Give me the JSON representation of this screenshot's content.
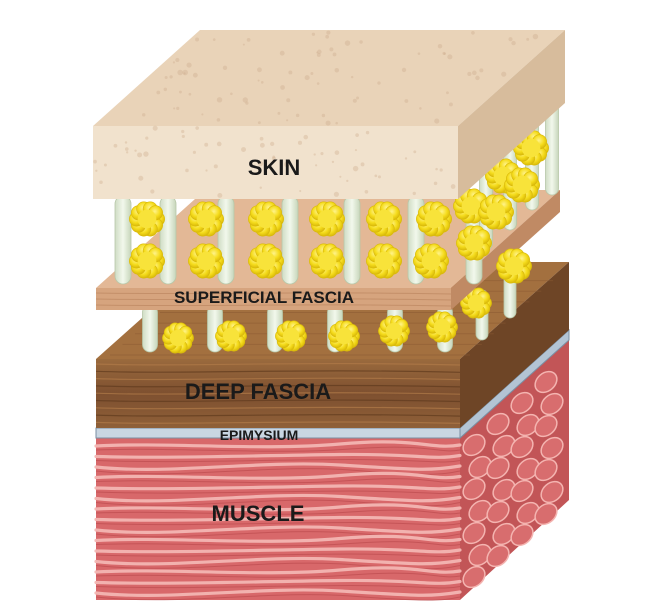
{
  "diagram": {
    "layers": [
      {
        "id": "skin",
        "label": "SKIN"
      },
      {
        "id": "superficial-fascia",
        "label": "SUPERFICIAL FASCIA"
      },
      {
        "id": "deep-fascia",
        "label": "DEEP FASCIA"
      },
      {
        "id": "epimysium",
        "label": "EPIMYSIUM"
      },
      {
        "id": "muscle",
        "label": "MUSCLE"
      }
    ],
    "colors": {
      "skin_top": "#e9d3b8",
      "skin_front": "#f1e2cd",
      "skin_side": "#d7bc9c",
      "superficial_front": "#d6a47e",
      "superficial_top": "#e3b896",
      "superficial_side": "#c08a64",
      "deep_front": "#8a5a33",
      "deep_top": "#a3703f",
      "deep_side": "#6e4526",
      "epimysium": "#c9d6e2",
      "muscle_front": "#d8686a",
      "muscle_side": "#c25557",
      "fiber_light": "#f3b6b3",
      "fat_globule": "#f5dc1c",
      "connective_strand": "#e6f0de"
    }
  }
}
